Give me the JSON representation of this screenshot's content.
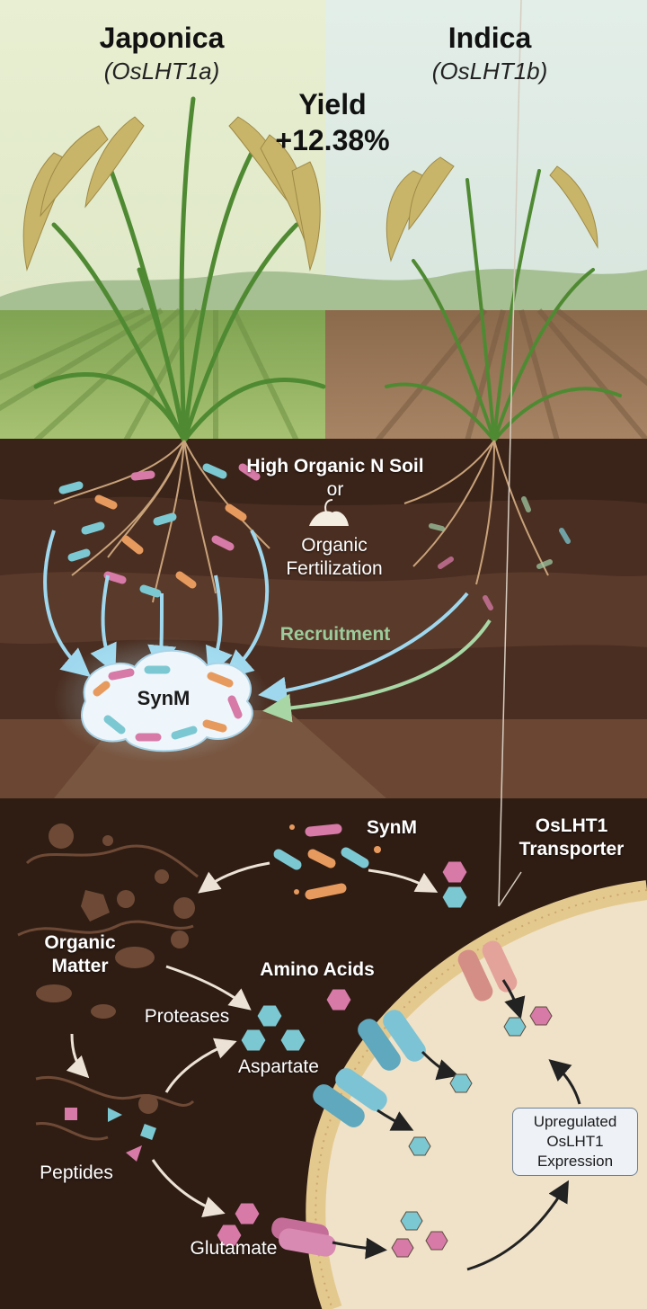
{
  "left": {
    "title": "Japonica",
    "subtitle": "(OsLHT1a)"
  },
  "right": {
    "title": "Indica",
    "subtitle": "(OsLHT1b)"
  },
  "yield": {
    "label": "Yield",
    "value": "+12.38%"
  },
  "soil": {
    "line1": "High Organic N Soil",
    "line2": "or",
    "line3": "Organic",
    "line4": "Fertilization"
  },
  "recruitment": "Recruitment",
  "synm_cloud": "SynM",
  "lower": {
    "synm": "SynM",
    "transporter_line1": "OsLHT1",
    "transporter_line2": "Transporter",
    "organic_line1": "Organic",
    "organic_line2": "Matter",
    "amino_acids": "Amino Acids",
    "proteases": "Proteases",
    "aspartate": "Aspartate",
    "peptides": "Peptides",
    "glutamate": "Glutamate",
    "upregulated_line1": "Upregulated",
    "upregulated_line2": "OsLHT1",
    "upregulated_line3": "Expression"
  },
  "colors": {
    "cyan": "#7cc8d2",
    "pink": "#d77aa7",
    "orange": "#e79a5e",
    "soil_dark": "#2f1d14",
    "cell": "#efe2c8"
  }
}
